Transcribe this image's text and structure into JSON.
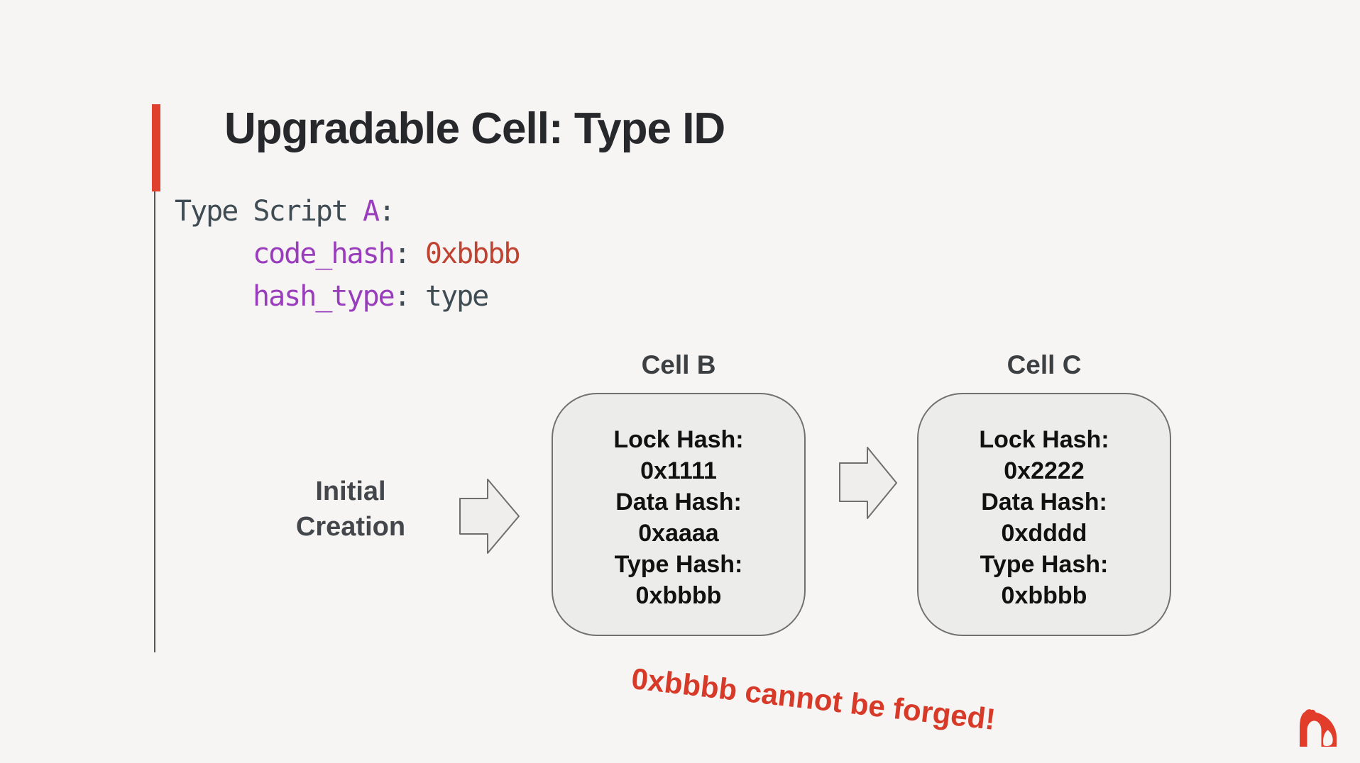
{
  "slide": {
    "title": "Upgradable Cell: Type ID"
  },
  "code_block": {
    "declaration_prefix": "Type Script ",
    "script_name": "A",
    "colon": ":",
    "fields": [
      {
        "key": "code_hash",
        "separator": ": ",
        "value": "0xbbbb"
      },
      {
        "key": "hash_type",
        "separator": ": ",
        "value": "type"
      }
    ]
  },
  "diagram": {
    "flow_label": {
      "line1": "Initial",
      "line2": "Creation"
    },
    "arrow_icon": "block-arrow-right",
    "cells": [
      {
        "title": "Cell B",
        "lines": [
          "Lock Hash:",
          "0x1111",
          "Data Hash:",
          "0xaaaa",
          "Type Hash:",
          "0xbbbb"
        ]
      },
      {
        "title": "Cell C",
        "lines": [
          "Lock Hash:",
          "0x2222",
          "Data Hash:",
          "0xdddd",
          "Type Hash:",
          "0xbbbb"
        ]
      }
    ],
    "annotation": "0xbbbb cannot be forged!"
  },
  "branding": {
    "logo_icon": "gorilla-logo"
  },
  "colors": {
    "background": "#f6f5f3",
    "title_text": "#26282c",
    "accent_red": "#e0402e",
    "divider_line": "#53565a",
    "code_default": "#3f4c53",
    "code_keyword_purple": "#9a3dbd",
    "code_value_red": "#c04331",
    "cell_fill": "#ececea",
    "cell_border": "#717171",
    "cell_text": "#111111",
    "cell_title_text": "#3d4043",
    "flow_label_text": "#43474c",
    "arrow_fill": "#efeeec",
    "arrow_border": "#6e6e6e",
    "annotation_red": "#d73a28",
    "logo_red": "#e23d2b"
  }
}
